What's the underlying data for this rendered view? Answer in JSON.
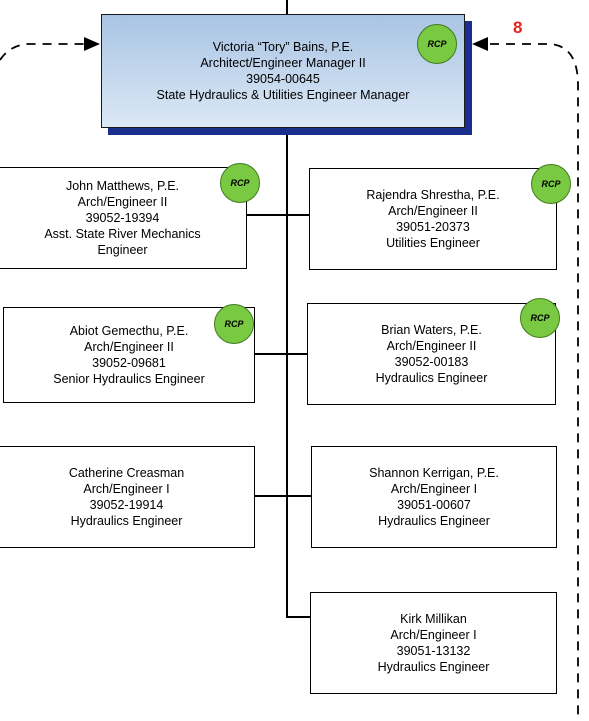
{
  "badge_number": "8",
  "rcp_label": "RCP",
  "colors": {
    "top_box_gradient_top": "#a9c4e4",
    "top_box_shadow": "#1a2f8c",
    "rcp_fill": "#7ac943",
    "badge": "#e8231f",
    "connector": "#000000"
  },
  "top": {
    "name": "Victoria “Tory” Bains, P.E.",
    "title": "Architect/Engineer Manager II",
    "id": "39054-00645",
    "role": "State Hydraulics & Utilities Engineer Manager"
  },
  "left": [
    {
      "name": "John Matthews, P.E.",
      "title": "Arch/Engineer II",
      "id": "39052-19394",
      "role1": "Asst. State River Mechanics",
      "role2": "Engineer"
    },
    {
      "name": "Abiot Gemecthu, P.E.",
      "title": "Arch/Engineer II",
      "id": "39052-09681",
      "role": "Senior Hydraulics Engineer"
    },
    {
      "name": "Catherine Creasman",
      "title": "Arch/Engineer I",
      "id": "39052-19914",
      "role": "Hydraulics Engineer"
    }
  ],
  "right": [
    {
      "name": "Rajendra Shrestha, P.E.",
      "title": "Arch/Engineer II",
      "id": "39051-20373",
      "role": "Utilities Engineer"
    },
    {
      "name": "Brian Waters, P.E.",
      "title": "Arch/Engineer II",
      "id": "39052-00183",
      "role": "Hydraulics Engineer"
    },
    {
      "name": "Shannon Kerrigan, P.E.",
      "title": "Arch/Engineer I",
      "id": "39051-00607",
      "role": "Hydraulics Engineer"
    },
    {
      "name": "Kirk Millikan",
      "title": "Arch/Engineer I",
      "id": "39051-13132",
      "role": "Hydraulics Engineer"
    }
  ]
}
